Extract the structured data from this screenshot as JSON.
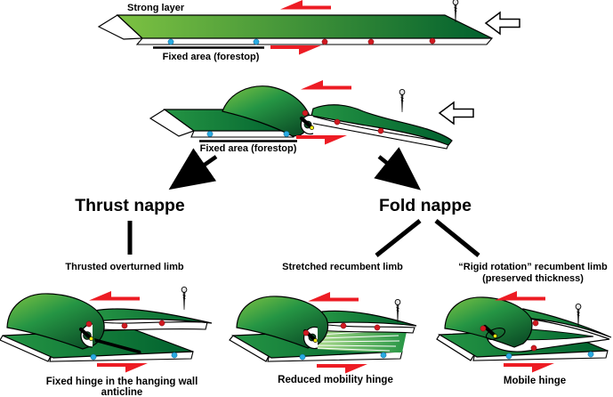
{
  "figure": {
    "top": {
      "strong_layer_label": "Strong layer",
      "fixed_area_label": "Fixed area (forestop)"
    },
    "middle": {
      "fixed_area_label": "Fixed area (forestop)"
    },
    "branch_left": {
      "title": "Thrust nappe",
      "subtitle": "Thrusted overturned limb",
      "caption_line1": "Fixed hinge in the hanging wall",
      "caption_line2": "anticline"
    },
    "branch_right": {
      "title": "Fold nappe",
      "stretched": {
        "subtitle": "Stretched recumbent limb",
        "caption": "Reduced mobility hinge"
      },
      "rigid": {
        "subtitle_line1": "“Rigid rotation” recumbent limb",
        "subtitle_line2": "(preserved thickness)",
        "caption": "Mobile hinge"
      }
    }
  },
  "colors": {
    "green_light": "#7dc242",
    "green_mid": "#259544",
    "green_dark": "#00602e",
    "green_deep": "#0c4f27",
    "green_pale": "#abd98b",
    "red": "#ed1c24",
    "red_dot": "#d11920",
    "blue_dot": "#29abe2",
    "yellow": "#f5eb13",
    "pin_head": "#e6e6e6",
    "pin_shaft": "#555555"
  }
}
